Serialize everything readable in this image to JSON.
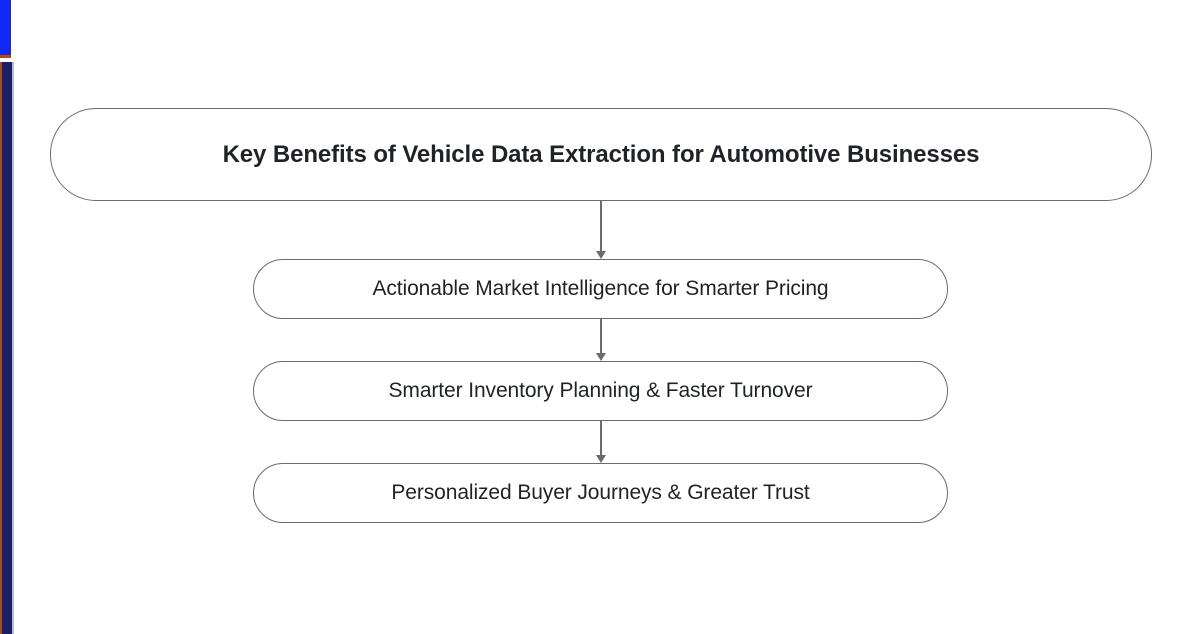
{
  "left_rail": {
    "top_marker_color": "#1028f5",
    "accent_color": "#b4480f",
    "sidebar_color": "#1b2065",
    "edge_color": "#b9bcd8"
  },
  "flowchart": {
    "node_border_color": "#6b6b6b",
    "node_fill_color": "#ffffff",
    "text_color": "#1f2328",
    "root": {
      "label": "Key Benefits of Vehicle Data Extraction for Automotive Businesses"
    },
    "steps": [
      {
        "label": "Actionable Market Intelligence for Smarter Pricing"
      },
      {
        "label": "Smarter Inventory Planning & Faster Turnover"
      },
      {
        "label": "Personalized Buyer Journeys & Greater Trust"
      }
    ],
    "connectors": [
      {
        "name": "arrow-root-to-step-1",
        "icon": "arrow-down-icon"
      },
      {
        "name": "arrow-step-1-to-step-2",
        "icon": "arrow-down-icon"
      },
      {
        "name": "arrow-step-2-to-step-3",
        "icon": "arrow-down-icon"
      }
    ]
  }
}
